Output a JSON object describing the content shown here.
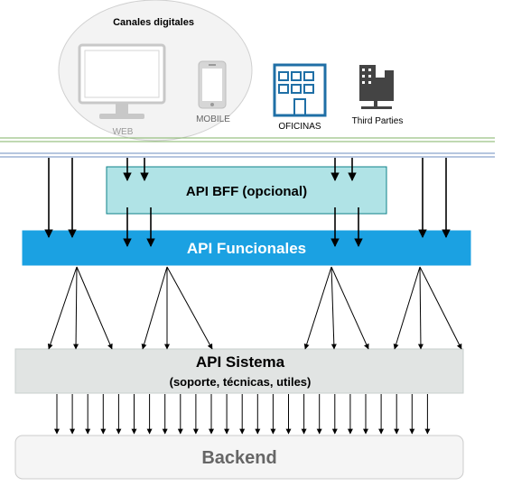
{
  "channels": {
    "group_label": "Canales digitales",
    "web_label": "WEB",
    "mobile_label": "MOBILE",
    "offices_label": "OFICINAS",
    "third_parties_label": "Third Parties"
  },
  "layers": {
    "bff": "API BFF (opcional)",
    "funcionales": "API Funcionales",
    "sistema_title": "API Sistema",
    "sistema_subtitle": "(soporte, técnicas, utiles)",
    "backend": "Backend"
  },
  "icons": {
    "web": "desktop-monitor-icon",
    "mobile": "smartphone-icon",
    "offices": "office-building-icon",
    "third_parties": "city-buildings-icon"
  },
  "colors": {
    "channels_ellipse": "#f3f3f3",
    "icon_blue": "#1f6fa6",
    "icon_gray": "#cfcfcf",
    "icon_dark": "#444444",
    "line_green": "#82b366",
    "line_blue": "#6c8ebf",
    "bff_fill": "#b0e3e6",
    "bff_stroke": "#0e8088",
    "funcionales_fill": "#1ba1e2",
    "funcionales_text": "#ffffff",
    "sistema_fill": "#e1e4e3",
    "sistema_stroke": "#c8cfcc",
    "backend_fill": "#f5f5f5",
    "backend_stroke": "#cccccc",
    "backend_text": "#666666"
  }
}
